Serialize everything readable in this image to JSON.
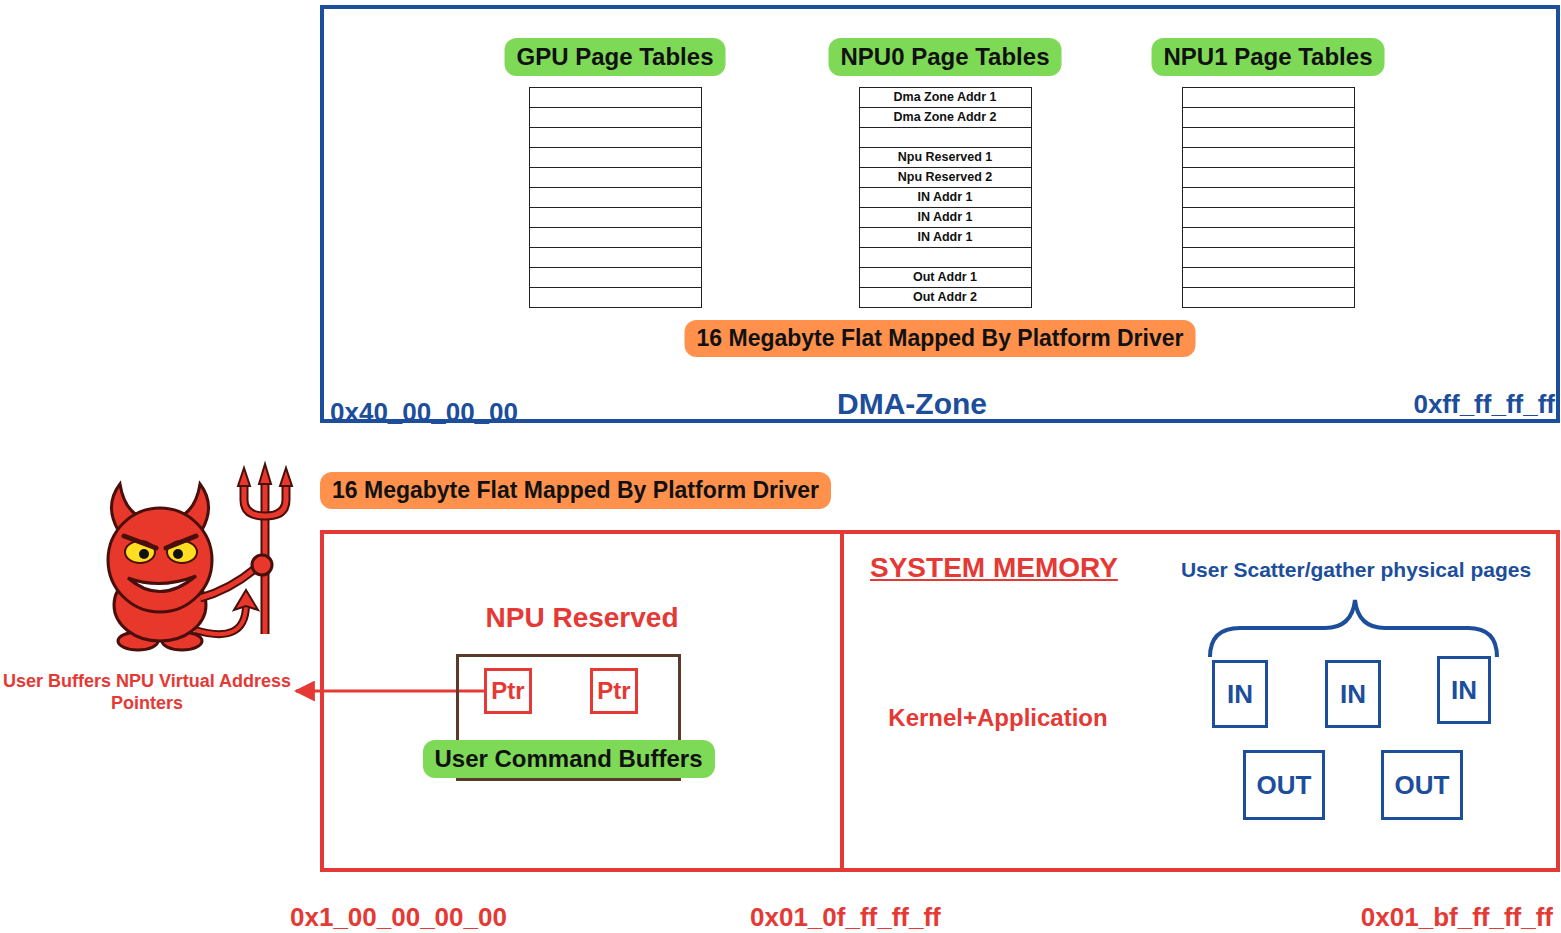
{
  "diagram": {
    "nodes": [
      {
        "text": [
          "DMA-Zone"
        ]
      },
      {
        "text": [
          "GPU Page Tables"
        ],
        "in": 0
      },
      {
        "text": [
          "NPU0 Page Tables",
          "Dma Zone Addr 1",
          "Dma Zone Addr 2",
          "Npu Reserved 1",
          "Npu Reserved 2",
          "IN Addr 1",
          "IN Addr 1",
          "IN Addr 1",
          "Out Addr 1",
          "Out Addr 2"
        ],
        "in": 0
      },
      {
        "text": [
          "NPU1 Page Tables"
        ],
        "in": 0
      },
      {
        "text": [
          "16 Megabyte Flat Mapped By Platform Driver"
        ],
        "in": 0
      },
      {
        "text": [
          "16 Megabyte Flat Mapped By Platform Driver"
        ]
      },
      {
        "text": [
          "NPU Reserved"
        ]
      },
      {
        "text": [
          "User Command Buffers"
        ],
        "in": 6
      },
      {
        "text": [
          "Ptr"
        ],
        "in": 7
      },
      {
        "text": [
          "Ptr"
        ],
        "in": 7
      },
      {
        "text": [
          "SYSTEM MEMORY",
          "Kernel+Application",
          "User Scatter/gather physical pages"
        ]
      },
      {
        "text": [
          "IN"
        ],
        "in": 10
      },
      {
        "text": [
          "IN"
        ],
        "in": 10
      },
      {
        "text": [
          "IN"
        ],
        "in": 10
      },
      {
        "text": [
          "OUT"
        ],
        "in": 10
      },
      {
        "text": [
          "OUT"
        ],
        "in": 10
      },
      {
        "text": [
          "User Buffers NPU Virtual Address Pointers"
        ]
      }
    ],
    "edges": [
      {
        "from": 8,
        "to": 16,
        "arrow": "to"
      }
    ],
    "labels": [
      "0x40_00_00_00",
      "0xff_ff_ff_ff",
      "0x1_00_00_00_00",
      "0x01_0f_ff_ff_ff",
      "0x01_bf_ff_ff_ff"
    ]
  }
}
